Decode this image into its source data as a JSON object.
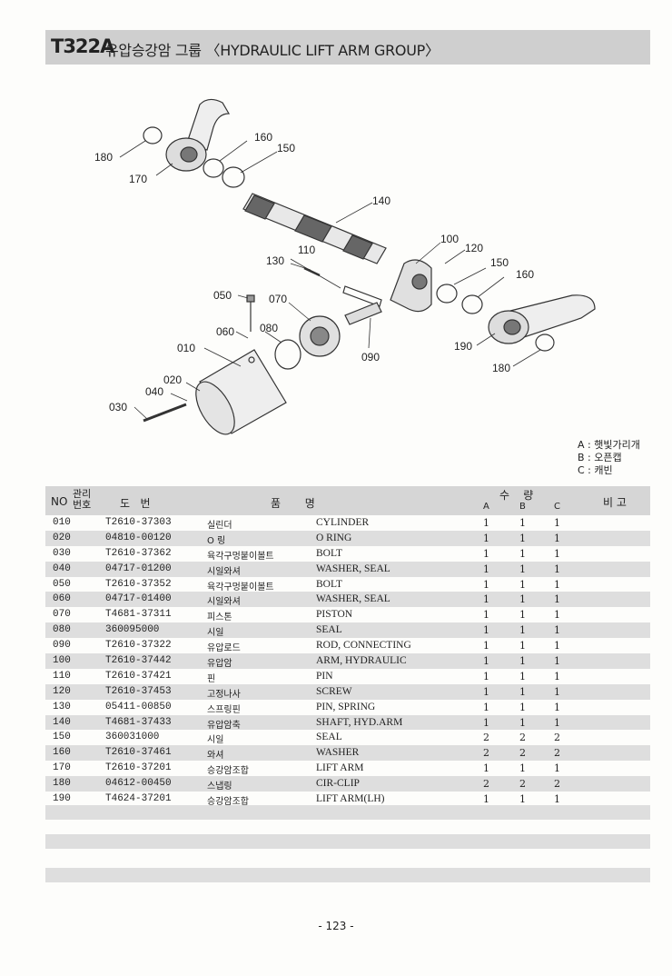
{
  "header": {
    "code": "T322A",
    "title": "유압승강암 그룹 〈HYDRAULIC LIFT ARM GROUP〉"
  },
  "callouts": [
    "180",
    "170",
    "160",
    "150",
    "140",
    "110",
    "100",
    "120",
    "150",
    "160",
    "130",
    "050",
    "070",
    "060",
    "080",
    "010",
    "090",
    "190",
    "180",
    "020",
    "040",
    "030"
  ],
  "legend": [
    "A : 햇빛가리개",
    "B : 오픈캡",
    "C : 캐빈"
  ],
  "table": {
    "headers": {
      "no": "NO",
      "mgmt": "관리번호",
      "drawing": "도   번",
      "name": "품       명",
      "qty": "수    량",
      "a": "A",
      "b": "B",
      "c": "C",
      "remark": "비 고"
    },
    "rows": [
      [
        "010",
        "T2610-37303",
        "실린더",
        "CYLINDER",
        "1",
        "1",
        "1"
      ],
      [
        "020",
        "04810-00120",
        "O 링",
        "O RING",
        "1",
        "1",
        "1"
      ],
      [
        "030",
        "T2610-37362",
        "육각구멍붙이볼트",
        "BOLT",
        "1",
        "1",
        "1"
      ],
      [
        "040",
        "04717-01200",
        "시일와셔",
        "WASHER, SEAL",
        "1",
        "1",
        "1"
      ],
      [
        "050",
        "T2610-37352",
        "육각구멍붙이볼트",
        "BOLT",
        "1",
        "1",
        "1"
      ],
      [
        "060",
        "04717-01400",
        "시일와셔",
        "WASHER, SEAL",
        "1",
        "1",
        "1"
      ],
      [
        "070",
        "T4681-37311",
        "피스톤",
        "PISTON",
        "1",
        "1",
        "1"
      ],
      [
        "080",
        "360095000",
        "시일",
        "SEAL",
        "1",
        "1",
        "1"
      ],
      [
        "090",
        "T2610-37322",
        "유압로드",
        "ROD, CONNECTING",
        "1",
        "1",
        "1"
      ],
      [
        "100",
        "T2610-37442",
        "유압암",
        "ARM, HYDRAULIC",
        "1",
        "1",
        "1"
      ],
      [
        "110",
        "T2610-37421",
        "핀",
        "PIN",
        "1",
        "1",
        "1"
      ],
      [
        "120",
        "T2610-37453",
        "고정나사",
        "SCREW",
        "1",
        "1",
        "1"
      ],
      [
        "130",
        "05411-00850",
        "스프링핀",
        "PIN, SPRING",
        "1",
        "1",
        "1"
      ],
      [
        "140",
        "T4681-37433",
        "유압암축",
        "SHAFT, HYD.ARM",
        "1",
        "1",
        "1"
      ],
      [
        "150",
        "360031000",
        "시일",
        "SEAL",
        "2",
        "2",
        "2"
      ],
      [
        "160",
        "T2610-37461",
        "와셔",
        "WASHER",
        "2",
        "2",
        "2"
      ],
      [
        "170",
        "T2610-37201",
        "승강암조합",
        "LIFT ARM",
        "1",
        "1",
        "1"
      ],
      [
        "180",
        "04612-00450",
        "스냅링",
        "CIR-CLIP",
        "2",
        "2",
        "2"
      ],
      [
        "190",
        "T4624-37201",
        "승강암조합",
        "LIFT ARM(LH)",
        "1",
        "1",
        "1"
      ]
    ]
  },
  "page_number": "- 123 -"
}
